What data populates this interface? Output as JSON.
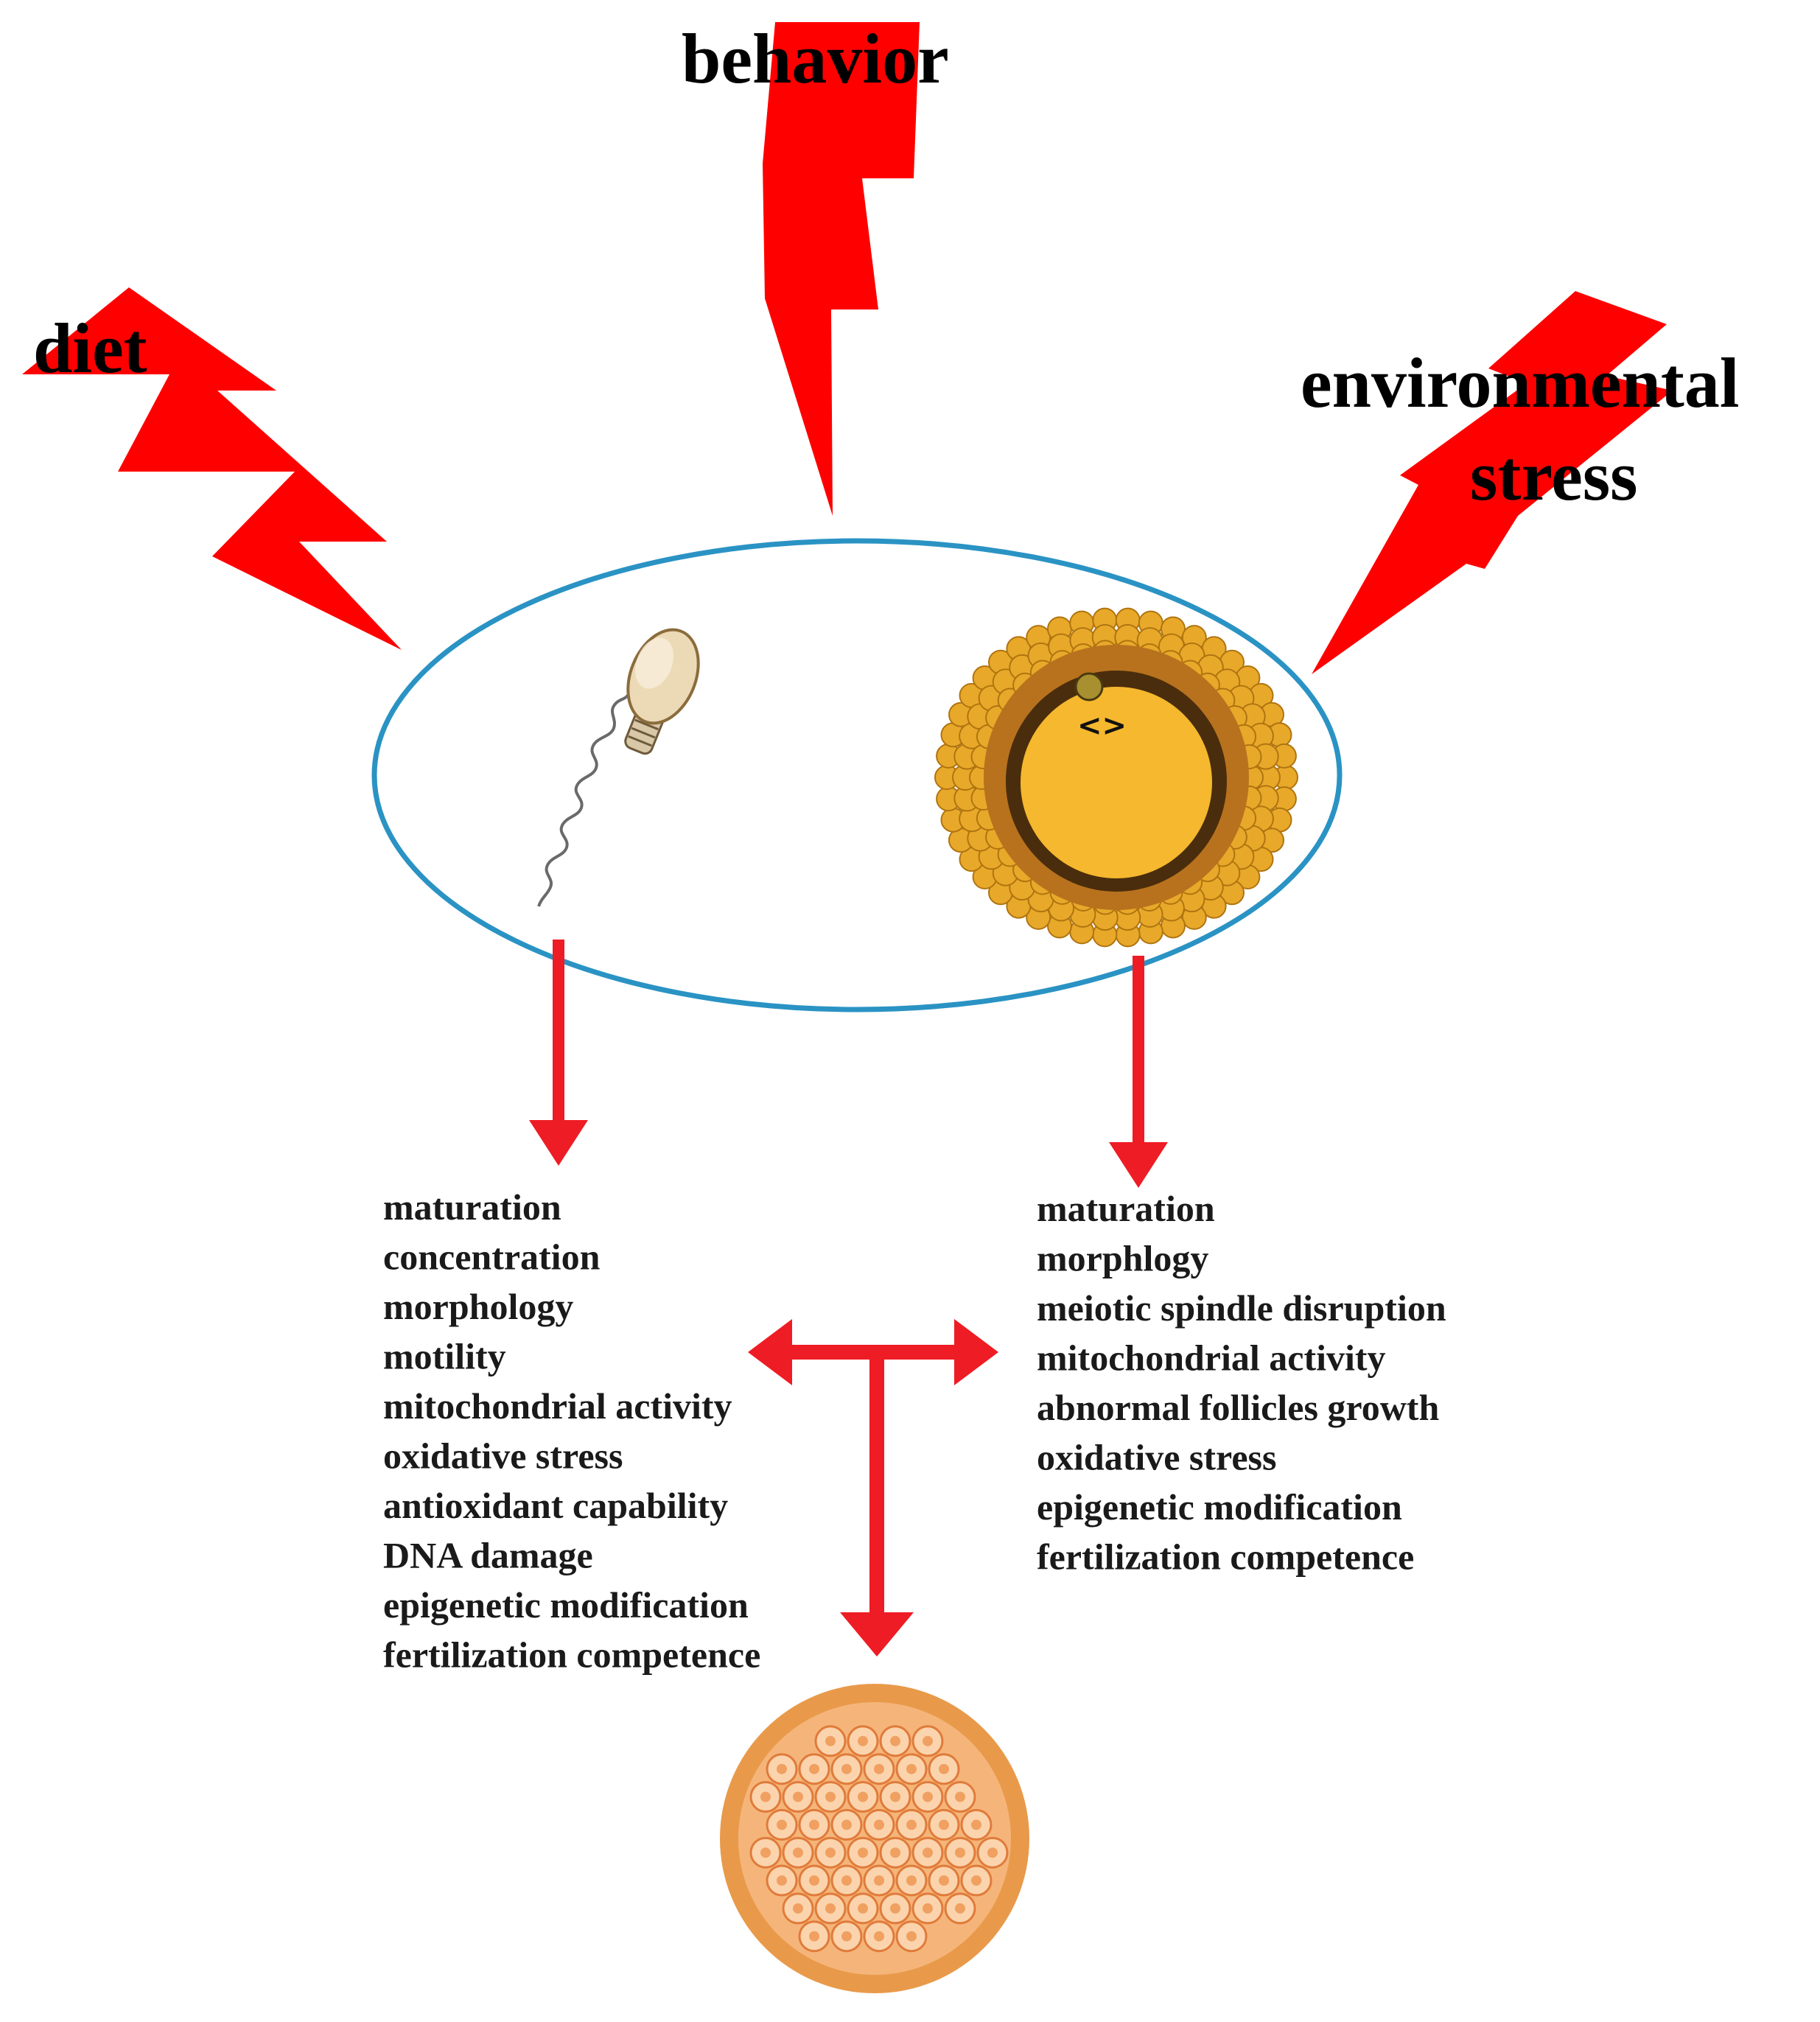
{
  "factors": {
    "diet": "diet",
    "behavior": "behavior",
    "environmental_line1": "environmental",
    "environmental_line2": "stress"
  },
  "sperm_outcomes": [
    "maturation",
    "concentration",
    "morphology",
    "motility",
    "mitochondrial activity",
    "oxidative stress",
    "antioxidant capability",
    "DNA damage",
    "epigenetic modification",
    "fertilization competence"
  ],
  "oocyte_outcomes": [
    "maturation",
    "morphlogy",
    "meiotic spindle disruption",
    "mitochondrial activity",
    "abnormal follicles growth",
    "oxidative stress",
    "epigenetic modification",
    "fertilization competence"
  ],
  "colors": {
    "bolt": "#ff0000",
    "arrow": "#ee1c24",
    "ellipse": "#2a93c4",
    "text": "#000000",
    "oocyte_core": "#f5b82e",
    "oocyte_ring": "#5a3a10",
    "zona": "#b8721e",
    "granulosa": "#e8a92a",
    "embryo_outer": "#e89a4a",
    "embryo_cell": "#fbd4ae"
  },
  "icons": {
    "sperm": "sperm-icon",
    "oocyte": "oocyte-icon",
    "embryo": "embryo-icon",
    "bolt": "lightning-bolt-icon"
  }
}
